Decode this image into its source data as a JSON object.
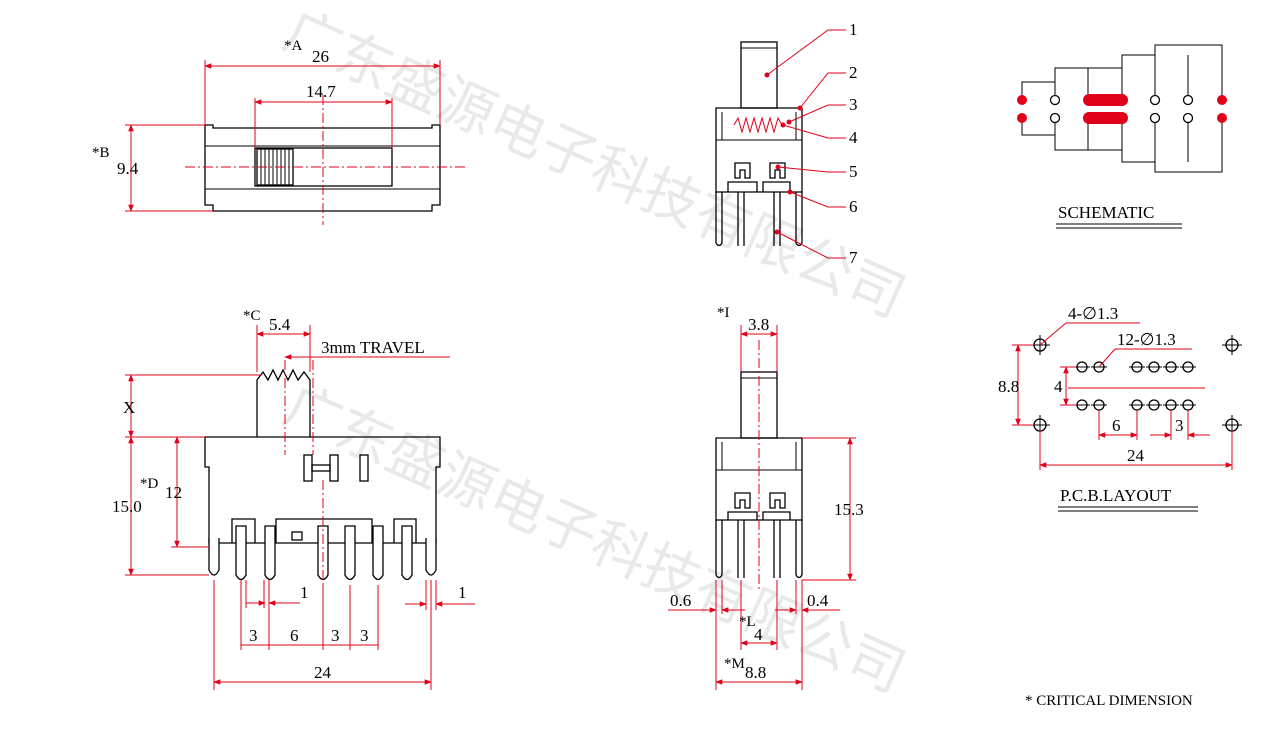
{
  "watermark": "广东盛源电子科技有限公司",
  "top_view": {
    "dim_a_tag": "*A",
    "dim_a_value": "26",
    "dim_inner": "14.7",
    "dim_b_tag": "*B",
    "dim_b_value": "9.4"
  },
  "side_view": {
    "dim_c_tag": "*C",
    "dim_c_value": "5.4",
    "travel_label": "3mm TRAVEL",
    "dim_x": "X",
    "dim_d_tag": "*D",
    "dim_d_value": "12",
    "dim_height": "15.0",
    "dim_pin_width": "1",
    "dim_pin_thickness": "1",
    "pitches": [
      "3",
      "6",
      "3",
      "3"
    ],
    "dim_total": "24"
  },
  "exploded_view": {
    "callouts": [
      "1",
      "2",
      "3",
      "4",
      "5",
      "6",
      "7"
    ]
  },
  "end_view": {
    "dim_i_tag": "*I",
    "dim_i_value": "3.8",
    "dim_height": "15.3",
    "dim_left": "0.6",
    "dim_right": "0.4",
    "dim_l_tag": "*L",
    "dim_l_value": "4",
    "dim_m_tag": "*M",
    "dim_m_value": "8.8"
  },
  "schematic": {
    "label": "SCHEMATIC"
  },
  "pcb": {
    "mount_holes": "4-∅1.3",
    "pin_holes": "12-∅1.3",
    "dim_height": "8.8",
    "dim_row": "4",
    "dim_pitch_a": "6",
    "dim_pitch_b": "3",
    "dim_width": "24",
    "label": "P.C.B.LAYOUT"
  },
  "footnote": "* CRITICAL  DIMENSION",
  "colors": {
    "dimension": "#e0001a",
    "outline": "#000000",
    "watermark": "#d8d8d8"
  }
}
